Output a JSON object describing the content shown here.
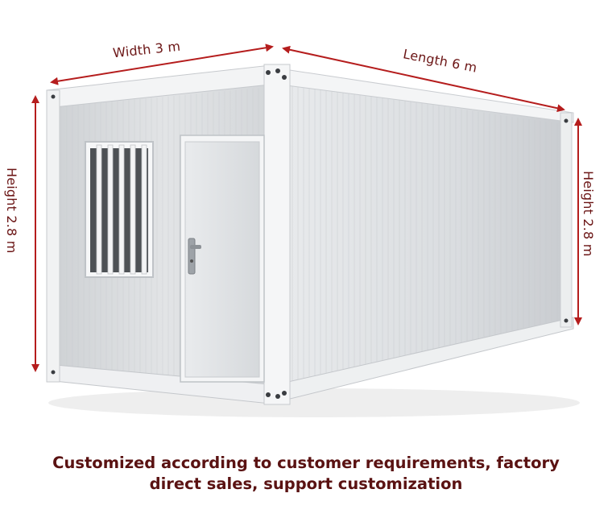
{
  "dimensions": {
    "width": "Width 3 m",
    "length": "Length 6 m",
    "height_left": "Height 2.8 m",
    "height_right": "Height 2.8 m"
  },
  "caption": {
    "line1": "Customized according to customer requirements, factory",
    "line2": "direct sales, support customization"
  },
  "colors": {
    "arrow": "#b51d1d",
    "caption": "#5a1212",
    "frame": "#f2f3f4",
    "panel": "#d9dcdf"
  }
}
